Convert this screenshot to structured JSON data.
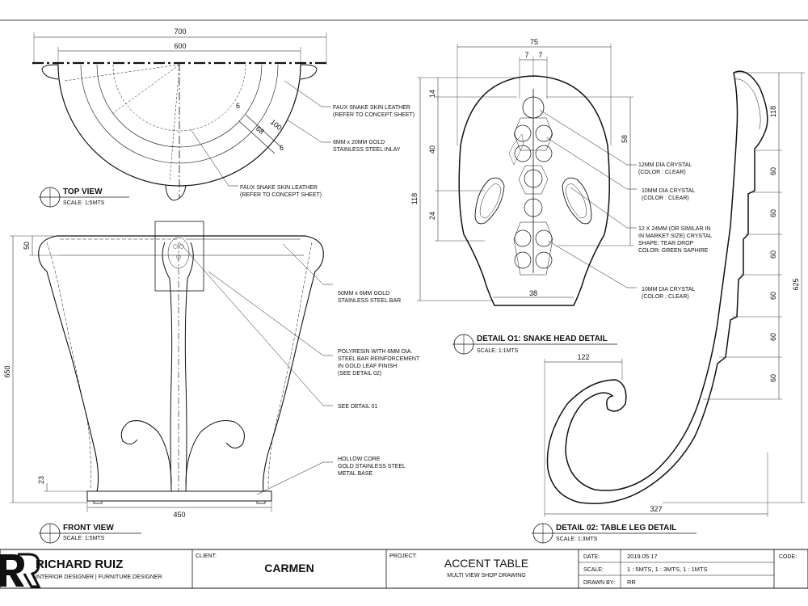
{
  "top_view": {
    "dims": {
      "overall": "700",
      "inner": "600",
      "d100": "100",
      "d68": "68",
      "d6a": "6",
      "d6b": "6"
    },
    "notes": {
      "leather_1a": "FAUX SNAKE SKIN LEATHER",
      "leather_1b": "(REFER TO CONCEPT SHEET)",
      "inlay_a": "6MM x 20MM GOLD",
      "inlay_b": "STAINLESS STEEL INLAY",
      "leather_2a": "FAUX SNAKE SKIN LEATHER",
      "leather_2b": "(REFER TO CONCEPT SHEET)"
    },
    "title": "TOP VIEW",
    "scale": "SCALE:   1:5MTS"
  },
  "front_view": {
    "dims": {
      "height": "650",
      "top": "50",
      "base": "23",
      "width": "450"
    },
    "notes": {
      "bar_a": "50MM x 6MM GOLD",
      "bar_b": "STAINLESS STEEL BAR",
      "poly_a": "POLYRESIN WITH 6MM DIA.",
      "poly_b": "STEEL BAR REINFORCEMENT",
      "poly_c": "IN GOLD LEAF FINISH",
      "poly_d": "(SEE DETAIL 02)",
      "see_d1": "SEE DETAIL 01",
      "hollow_a": "HOLLOW CORE",
      "hollow_b": "GOLD STAINLESS STEEL",
      "hollow_c": "METAL BASE"
    },
    "title": "FRONT VIEW",
    "scale": "SCALE:   1:5MTS"
  },
  "detail_01": {
    "dims": {
      "width": "75",
      "d7a": "7",
      "d7b": "7",
      "d14": "14",
      "d40": "40",
      "d24": "24",
      "d118": "118",
      "d58": "58",
      "d38": "38"
    },
    "notes": {
      "c12_a": "12MM DIA CRYSTAL",
      "c12_b": "(COLOR : CLEAR)",
      "c10_a": "10MM DIA CRYSTAL",
      "c10_b": "(COLOR : CLEAR)",
      "td_a": "12 X 24MM (OR SIMILAR IN",
      "td_b": "IN MARKET SIZE) CRYSTAL",
      "td_c": "SHAPE:      TEAR DROP",
      "td_d": "COLOR:      GREEN SAPHIRE",
      "c10b_a": "10MM DIA CRYSTAL",
      "c10b_b": "(COLOR : CLEAR)"
    },
    "title": "DETAIL O1: SNAKE HEAD DETAIL",
    "scale": "SCALE:   1:1MTS"
  },
  "detail_02": {
    "dims": {
      "d118": "118",
      "d60a": "60",
      "d60b": "60",
      "d60c": "60",
      "d60d": "60",
      "d60e": "60",
      "d60f": "60",
      "d625": "625",
      "d122": "122",
      "d327": "327"
    },
    "title": "DETAIL 02: TABLE LEG DETAIL",
    "scale": "SCALE:   1:3MTS"
  },
  "title_block": {
    "designer": "RICHARD RUIZ",
    "designer_sub": "INTERIOR DESIGNER  |  FURNITURE DESIGNER",
    "client_label": "CLIENT:",
    "client": "CARMEN",
    "project_label": "PROJECT:",
    "project": "ACCENT TABLE",
    "project_sub": "MULTI VIEW SHOP DRAWING",
    "date_label": "DATE:",
    "date": "2019.05.17",
    "scale_label": "SCALE:",
    "scale": "1 : 5MTS, 1 : 3MTS, 1 : 1MTS",
    "drawn_label": "DRAWN BY:",
    "drawn": "RR",
    "code_label": "CODE:"
  }
}
